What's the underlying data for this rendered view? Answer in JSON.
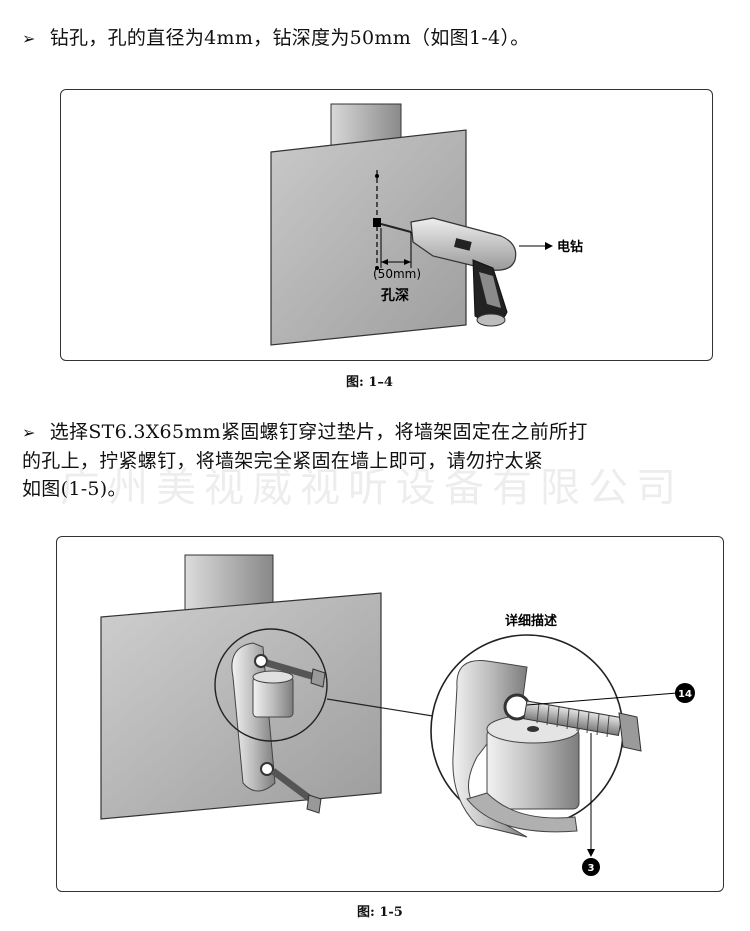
{
  "step1": {
    "bullet": "➢",
    "text": "钻孔，孔的直径为4mm，钻深度为50mm（如图1-4）。"
  },
  "figure1": {
    "depth_label": "(50mm)",
    "hole_depth_label": "孔深",
    "drill_label": "电钻",
    "caption": "图: 1–4"
  },
  "step2": {
    "bullet": "➢",
    "line1": "选择ST6.3X65mm紧固螺钉穿过垫片，将墙架固定在之前所打",
    "line2": "的孔上，拧紧螺钉，将墙架完全紧固在墙上即可，请勿拧太紧",
    "line3": "如图(1-5)。"
  },
  "watermark": "广州美视威视听设备有限公司",
  "figure2": {
    "detail_label": "详细描述",
    "callout_a": "14",
    "callout_b": "3",
    "caption": "图: 1-5"
  }
}
